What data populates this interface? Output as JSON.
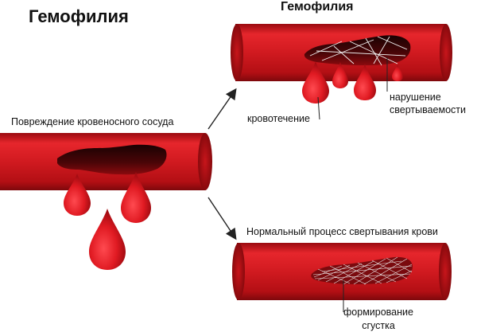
{
  "title": "Гемофилия",
  "top_panel": {
    "title": "Гемофилия",
    "bleeding_label": "кровотечение",
    "coagulation_label_line1": "нарушение",
    "coagulation_label_line2": "свертываемости"
  },
  "left_panel": {
    "label": "Повреждение кровеносного сосуда"
  },
  "bottom_panel": {
    "title": "Нормальный процесс свертывания крови",
    "clot_label_line1": "формирование",
    "clot_label_line2": "сгустка"
  },
  "colors": {
    "vessel": "#d4141c",
    "vessel_dark": "#8e0c10",
    "blood": "#e01a22",
    "fibrin": "#f2f2f2",
    "arrow": "#222222"
  }
}
